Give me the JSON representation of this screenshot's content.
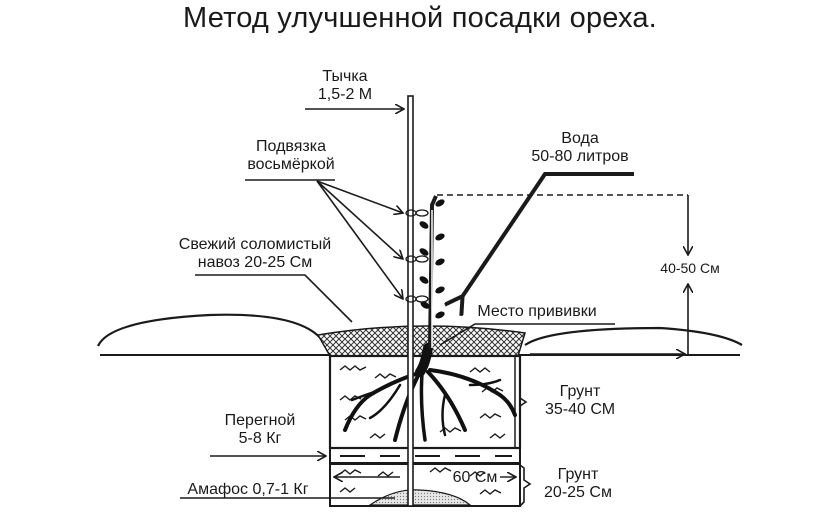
{
  "title": "Метод улучшенной посадки ореха.",
  "labels": {
    "stake": [
      "Тычка",
      "1,5-2 М"
    ],
    "tie": [
      "Подвязка",
      "восьмёркой"
    ],
    "manure": [
      "Свежий соломистый",
      "навоз 20-25 См"
    ],
    "water": [
      "Вода",
      "50-80 литров"
    ],
    "graft": "Место прививки",
    "mound_height": "40-50 См",
    "soil_top": [
      "Грунт",
      "35-40 СМ"
    ],
    "humus": [
      "Перегной",
      "5-8 Кг"
    ],
    "amaphos": "Амафос 0,7-1 Кг",
    "width": "60 См",
    "soil_bottom": [
      "Грунт",
      "20-25 См"
    ]
  },
  "colors": {
    "ink": "#1a1a1a",
    "background": "#ffffff",
    "sand_fill": "#cfcfcf"
  }
}
